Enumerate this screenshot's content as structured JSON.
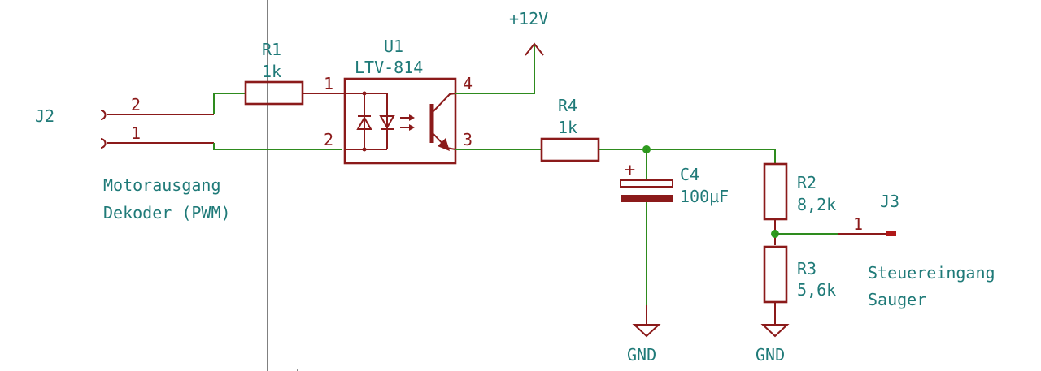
{
  "connectors": {
    "j2": {
      "ref": "J2",
      "pin2": "2",
      "pin1": "1",
      "desc_line1": "Motorausgang",
      "desc_line2": "Dekoder (PWM)"
    },
    "j3": {
      "ref": "J3",
      "pin1": "1",
      "desc_line1": "Steuereingang",
      "desc_line2": "Sauger"
    }
  },
  "components": {
    "r1": {
      "ref": "R1",
      "value": "1k"
    },
    "r4": {
      "ref": "R4",
      "value": "1k"
    },
    "r2": {
      "ref": "R2",
      "value": "8,2k"
    },
    "r3": {
      "ref": "R3",
      "value": "5,6k"
    },
    "c4": {
      "ref": "C4",
      "value": "100µF",
      "polarity": "+"
    },
    "u1": {
      "ref": "U1",
      "value": "LTV-814",
      "pin1": "1",
      "pin2": "2",
      "pin3": "3",
      "pin4": "4"
    }
  },
  "power": {
    "vcc": "+12V",
    "gnd_c4": "GND",
    "gnd_r3": "GND"
  },
  "colors": {
    "wire": "#2e8b1e",
    "component": "#8b1a1a",
    "text": "#1f7a78",
    "junction": "#2e9b1e"
  }
}
